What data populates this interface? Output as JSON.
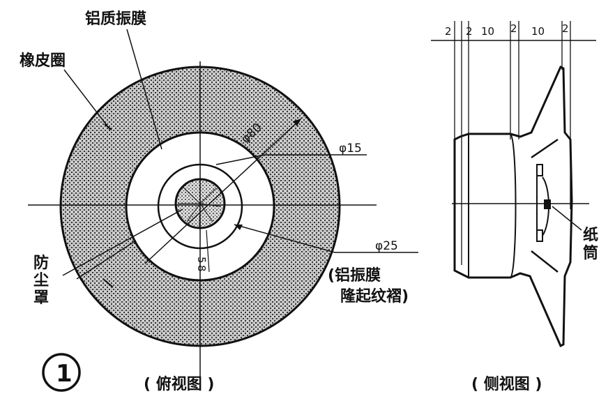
{
  "front_view": {
    "labels": {
      "aluminum_diaphragm": "铝质振膜",
      "rubber_ring": "橡皮圈",
      "dust_cover_top": "防",
      "dust_cover_mid": "尘",
      "dust_cover_bottom": "罩",
      "phi80": "φ80",
      "phi15": "φ15",
      "phi25": "φ25",
      "dim_5": "5",
      "dim_8": "8",
      "al_diaphragm_2": "(铝振膜",
      "raised_rings": "隆起纹褶)",
      "figure_number": "1",
      "view_name": "( 俯视图 )"
    }
  },
  "side_view": {
    "dims": [
      "2",
      "2",
      "10",
      "2",
      "10",
      "2"
    ],
    "paper_tube_top": "纸",
    "paper_tube_bottom": "筒",
    "view_name": "( 侧视图 )"
  },
  "colors": {
    "ink": "#111111",
    "paper": "#ffffff"
  }
}
